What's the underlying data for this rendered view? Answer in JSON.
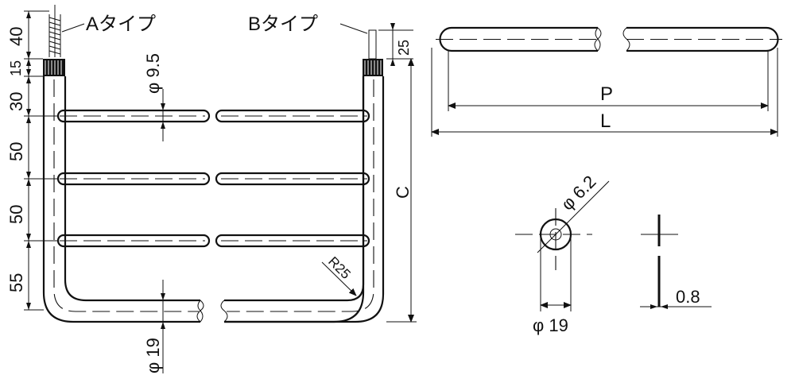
{
  "labels": {
    "type_a": "Aタイプ",
    "type_b": "Bタイプ"
  },
  "dimensions": {
    "screw_len": "40",
    "nut_len": "15",
    "first_rung": "30",
    "rung_gap_1": "50",
    "rung_gap_2": "50",
    "bottom_gap": "55",
    "rung_dia": "φ 9.5",
    "pipe_dia_front": "φ 19",
    "pin_len": "25",
    "height": "C",
    "bend_radius": "R25",
    "pitch": "P",
    "length": "L",
    "hole_dia": "φ 6.2",
    "pipe_dia_section": "φ 19",
    "thickness": "0.8"
  },
  "colors": {
    "line": "#111111",
    "background": "#ffffff"
  }
}
